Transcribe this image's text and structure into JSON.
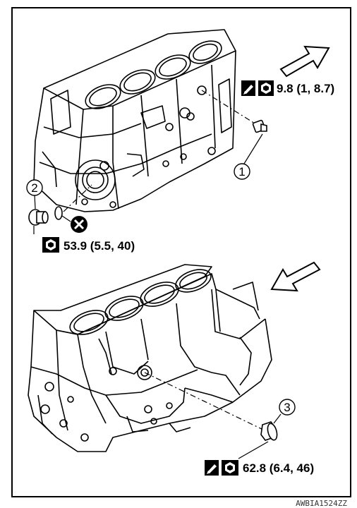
{
  "diagram": {
    "reference_code": "AWBIA1524ZZ",
    "callouts": [
      {
        "number": "1",
        "torque": "9.8 (1, 8.7)"
      },
      {
        "number": "2",
        "torque": "53.9 (5.5, 40)"
      },
      {
        "number": "3",
        "torque": "62.8 (6.4, 46)"
      }
    ],
    "icons": [
      "sealant-icon",
      "torque-wrench-icon",
      "do-not-reuse-icon",
      "direction-arrow-icon"
    ],
    "colors": {
      "line": "#000000",
      "background": "#ffffff"
    }
  }
}
